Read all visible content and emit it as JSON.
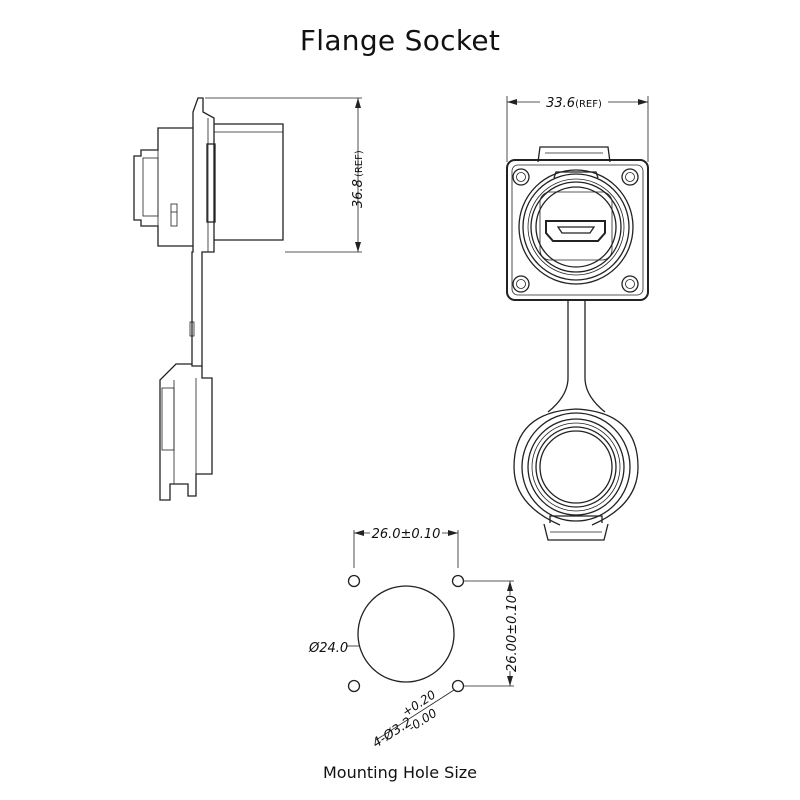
{
  "title": "Flange Socket",
  "subtitle": "Mounting Hole Size",
  "dimensions": {
    "height": "36.8",
    "height_ref": "(REF)",
    "width": "33.6",
    "width_ref": "(REF)",
    "hole_spacing_h": "26.0±0.10",
    "hole_spacing_v": "26.00±0.10",
    "center_hole": "Ø24.0",
    "small_hole_base": "4-Ø3.2",
    "small_hole_tol_plus": "+0.20",
    "small_hole_tol_minus": "-0.00"
  }
}
